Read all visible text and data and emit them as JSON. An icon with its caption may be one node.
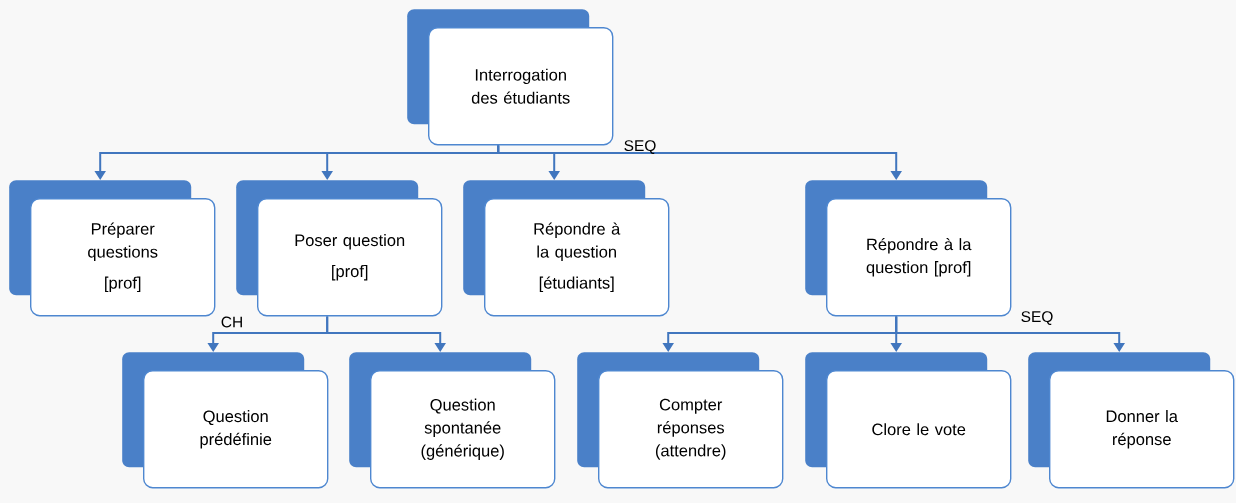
{
  "diagram": {
    "nodes": [
      {
        "text": [
          "Interrogation des étudiants"
        ]
      },
      {
        "text": [
          "Préparer questions",
          "[prof]"
        ]
      },
      {
        "text": [
          "Poser question",
          "[prof]"
        ]
      },
      {
        "text": [
          "Répondre à la question",
          "[étudiants]"
        ]
      },
      {
        "text": [
          "Répondre à la question [prof]"
        ]
      },
      {
        "text": [
          "Question prédéfinie"
        ]
      },
      {
        "text": [
          "Question spontanée (générique)"
        ]
      },
      {
        "text": [
          "Compter réponses (attendre)"
        ]
      },
      {
        "text": [
          "Clore le vote"
        ]
      },
      {
        "text": [
          "Donner la réponse"
        ]
      }
    ],
    "edges": [
      {
        "from": 0,
        "to": 1,
        "arrow": "to"
      },
      {
        "from": 0,
        "to": 2,
        "arrow": "to"
      },
      {
        "from": 0,
        "to": 3,
        "arrow": "to"
      },
      {
        "from": 0,
        "to": 4,
        "arrow": "to"
      },
      {
        "from": 2,
        "to": 5,
        "arrow": "to"
      },
      {
        "from": 2,
        "to": 6,
        "arrow": "to"
      },
      {
        "from": 4,
        "to": 7,
        "arrow": "to"
      },
      {
        "from": 4,
        "to": 8,
        "arrow": "to"
      },
      {
        "from": 4,
        "to": 9,
        "arrow": "to"
      }
    ],
    "labels": [
      "SEQ",
      "CH",
      "SEQ"
    ]
  }
}
